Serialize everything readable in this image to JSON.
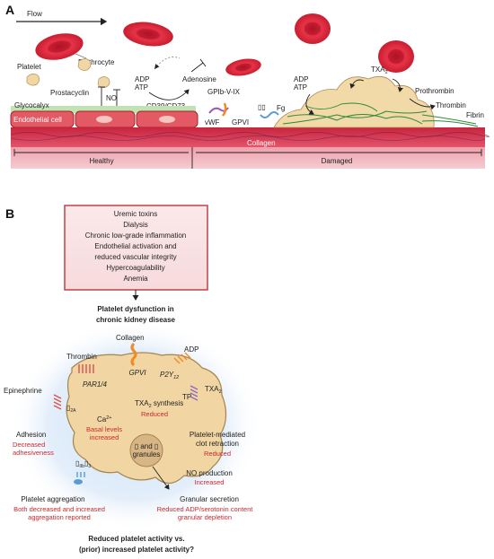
{
  "panel_a": {
    "label": "A",
    "flow": "Flow",
    "erythrocyte": "Erythrocyte",
    "platelet": "Platelet",
    "prostacyclin": "Prostacyclin",
    "no": "NO",
    "adp": "ADP",
    "atp": "ATP",
    "adenosine": "Adenosine",
    "cd39": "CD39/CD73",
    "glycocalyx": "Glycocalyx",
    "endothelial_cell": "Endothelial cell",
    "gpib": "GPIb-V-IX",
    "vwf": "vWF",
    "gpvi": "GPVI",
    "fg": "Fg",
    "collagen": "Collagen",
    "adp2": "ADP",
    "atp2": "ATP",
    "txa2": "TXA",
    "txa2_sub": "2",
    "prothrombin": "Prothrombin",
    "thrombin": "Thrombin",
    "fibrin": "Fibrin",
    "healthy": "Healthy",
    "damaged": "Damaged"
  },
  "panel_b": {
    "label": "B",
    "causes": [
      "Uremic toxins",
      "Dialysis",
      "Chronic low-grade inflammation",
      "Endothelial activation and",
      "reduced vascular integrity",
      "Hypercoagulability",
      "Anemia"
    ],
    "title_line1": "Platelet dysfunction in",
    "title_line2": "chronic kidney disease",
    "collagen": "Collagen",
    "thrombin": "Thrombin",
    "adp": "ADP",
    "gpvi": "GPVI",
    "par": "PAR1/4",
    "p2y": "P2Y",
    "p2y_sub": "12",
    "tp": "TP",
    "txa2": "TXA",
    "txa2_sub": "2",
    "epinephrine": "Epinephrine",
    "alpha2a_sub": "2A",
    "txa2_synth": "TXA",
    "txa2_synth_rest": " synthesis",
    "txa2_synth_status": "Reduced",
    "ca": "Ca",
    "ca_sup": "2+",
    "ca_status1": "Basal levels",
    "ca_status2": "increased",
    "adhesion": "Adhesion",
    "adhesion_status1": "Decreased",
    "adhesion_status2": "adhesiveness",
    "clot_retraction1": "Platelet-mediated",
    "clot_retraction2": "clot retraction",
    "clot_status": "Reduced",
    "granules1": "and",
    "granules2": "granules",
    "no_prod": "NO production",
    "no_status": "Increased",
    "aggregation": "Platelet aggregation",
    "aggregation_status1": "Both decreased and increased",
    "aggregation_status2": "aggregation reported",
    "gpiib_sub": "IIb",
    "gpiib_sub2": "3",
    "granular": "Granular secretion",
    "granular_status1": "Reduced ADP/serotonin content",
    "granular_status2": "granular depletion",
    "question1": "Reduced platelet activity vs.",
    "question2": "(prior) increased platelet activity?"
  }
}
